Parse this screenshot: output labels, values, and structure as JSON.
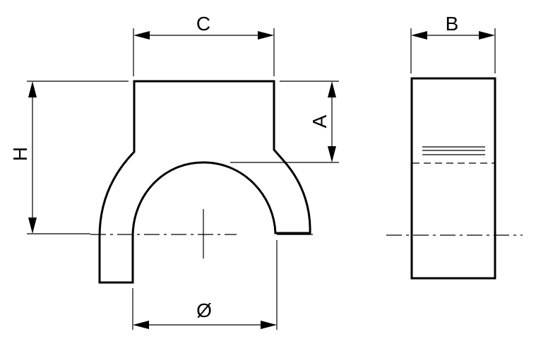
{
  "drawing": {
    "dimensions": {
      "c": "C",
      "b": "B",
      "a": "A",
      "h": "H",
      "diameter": "Ø"
    }
  }
}
